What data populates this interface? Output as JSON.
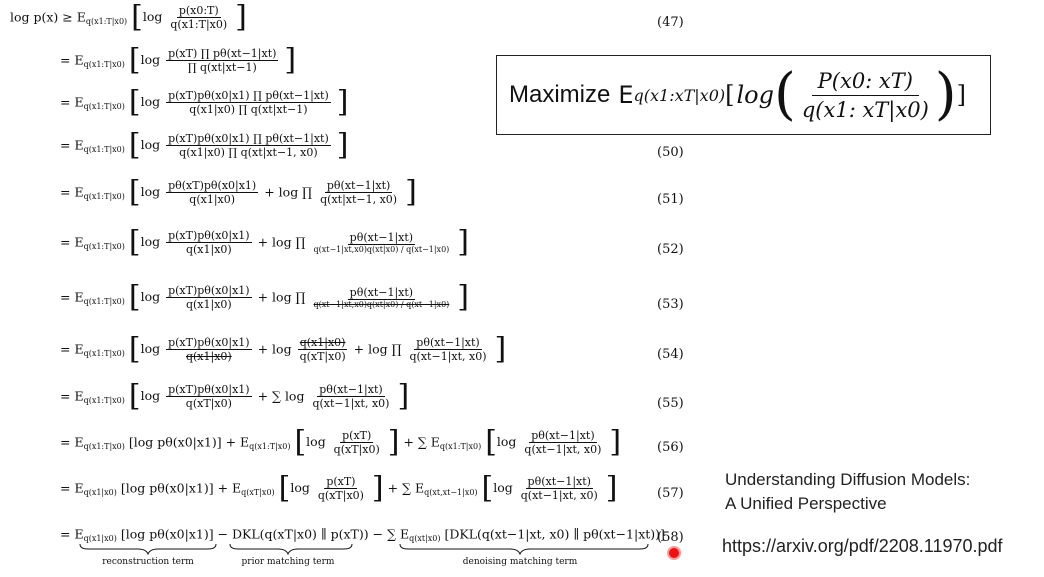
{
  "equation_numbers": [
    "(47)",
    "(50)",
    "(51)",
    "(52)",
    "(53)",
    "(54)",
    "(55)",
    "(56)",
    "(57)",
    "(58)"
  ],
  "lines": {
    "l47_lhs": "log p(x) ≥ E",
    "l47_sub": "q(x1:T|x0)",
    "l47_num": "p(x0:T)",
    "l47_den": "q(x1:T|x0)",
    "l48_num": "p(xT) ∏ pθ(xt−1|xt)",
    "l48_den": "∏ q(xt|xt−1)",
    "l49_num": "p(xT)pθ(x0|x1) ∏ pθ(xt−1|xt)",
    "l49_den": "q(x1|x0) ∏ q(xt|xt−1)",
    "l50_num": "p(xT)pθ(x0|x1) ∏ pθ(xt−1|xt)",
    "l50_den": "q(x1|x0) ∏ q(xt|xt−1, x0)",
    "l51_a_num": "pθ(xT)pθ(x0|x1)",
    "l51_a_den": "q(x1|x0)",
    "l51_b_num": "pθ(xt−1|xt)",
    "l51_b_den": "q(xt|xt−1, x0)",
    "l52_a_num": "p(xT)pθ(x0|x1)",
    "l52_a_den": "q(x1|x0)",
    "l52_b_num": "pθ(xt−1|xt)",
    "l52_b_den": "q(xt−1|xt,x0)q(xt|x0) / q(xt−1|x0)",
    "l53_a_num": "p(xT)pθ(x0|x1)",
    "l53_a_den": "q(x1|x0)",
    "l53_b_num": "pθ(xt−1|xt)",
    "l53_b_den": "q(xt−1|xt,x0)q(xt|x0) / q(xt−1|x0)",
    "l54_a_num": "p(xT)pθ(x0|x1)",
    "l54_a_den": "q(x1|x0)",
    "l54_b_num": "q(x1|x0)",
    "l54_b_den": "q(xT|x0)",
    "l54_c_num": "pθ(xt−1|xt)",
    "l54_c_den": "q(xt−1|xt, x0)",
    "l55_a_num": "p(xT)pθ(x0|x1)",
    "l55_a_den": "q(xT|x0)",
    "l55_b_num": "pθ(xt−1|xt)",
    "l55_b_den": "q(xt−1|xt, x0)",
    "l56_a": "[log pθ(x0|x1)]",
    "l56_b_num": "p(xT)",
    "l56_b_den": "q(xT|x0)",
    "l56_c_num": "pθ(xt−1|xt)",
    "l56_c_den": "q(xt−1|xt, x0)",
    "l57_a": "[log pθ(x0|x1)]",
    "l57_b_num": "p(xT)",
    "l57_b_den": "q(xT|x0)",
    "l57_c_num": "pθ(xt−1|xt)",
    "l57_c_den": "q(xt−1|xt, x0)",
    "l58_a": "[log pθ(x0|x1)]",
    "l58_b": "DKL(q(xT|x0) ∥ p(xT))",
    "l58_c": "[DKL(q(xt−1|xt, x0) ∥ pθ(xt−1|xt))]"
  },
  "brace_labels": {
    "reconstruction": "reconstruction term",
    "prior": "prior matching term",
    "denoising": "denoising matching term"
  },
  "box": {
    "word": "Maximize",
    "E": "E",
    "E_sub": "q(x1:xT|x0)",
    "open": "[",
    "log": "log",
    "num": "P(x0: xT)",
    "den": "q(x1: xT|x0)",
    "close": "]"
  },
  "caption": {
    "line1": "Understanding Diffusion Models:",
    "line2": "A Unified Perspective",
    "url": "https://arxiv.org/pdf/2208.11970.pdf"
  },
  "colors": {
    "pointer": "#e11111",
    "text": "#111111"
  }
}
